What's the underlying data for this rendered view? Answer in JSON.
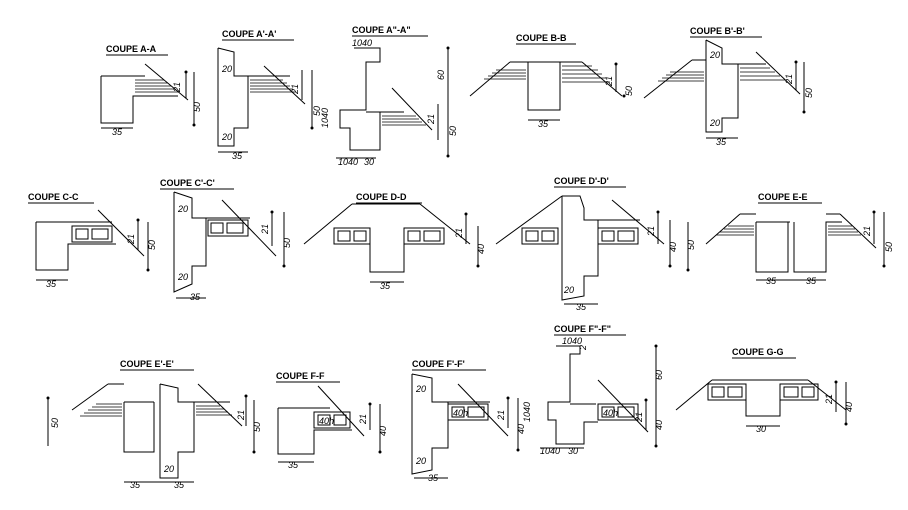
{
  "titles": {
    "aa": "COUPE A-A",
    "ap": "COUPE A'-A'",
    "app": "COUPE A\"-A\"",
    "bb": "COUPE B-B",
    "bp": "COUPE B'-B'",
    "cc": "COUPE C-C",
    "cp": "COUPE C'-C'",
    "dd": "COUPE D-D",
    "dp": "COUPE D'-D'",
    "ee": "COUPE E-E",
    "ep": "COUPE E'-E'",
    "ff": "COUPE F-F",
    "fp": "COUPE F'-F'",
    "fpp": "COUPE F\"-F\"",
    "gg": "COUPE G-G"
  },
  "dims": {
    "d35": "35",
    "d30": "30",
    "d20": "20",
    "d21": "21",
    "d50": "50",
    "d60": "60",
    "d40": "40",
    "d1040": "1040",
    "d2": "2",
    "d40h": "40h"
  }
}
